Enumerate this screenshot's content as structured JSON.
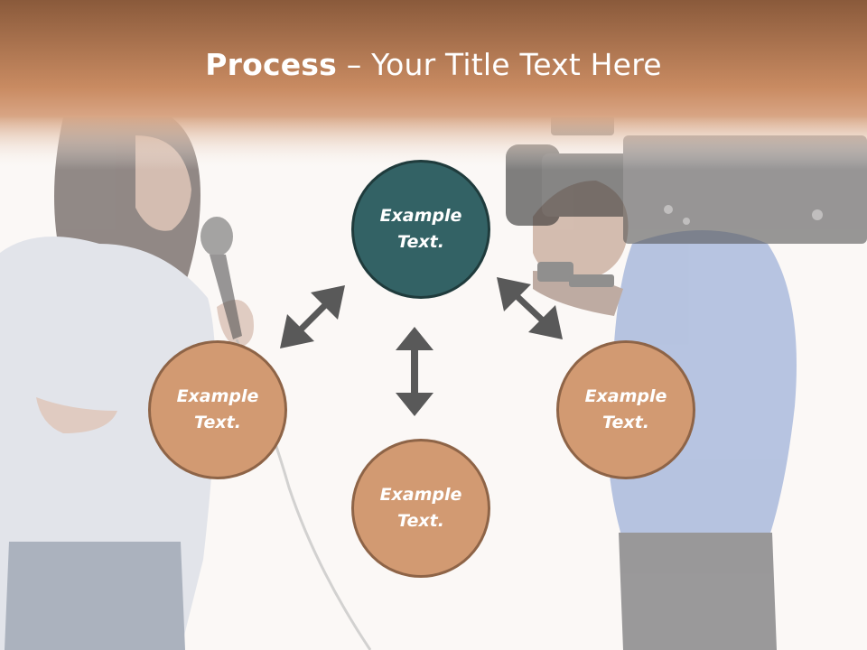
{
  "slide": {
    "title_bold": "Process",
    "title_sep": " – ",
    "title_rest": "Your Title Text Here",
    "colors": {
      "header_top": "#8a5a3b",
      "header_bottom": "#c98b62",
      "center_node": "#336265",
      "side_node": "#d29a72",
      "arrow": "#595959"
    },
    "nodes": [
      {
        "id": "top",
        "label": "Example Text."
      },
      {
        "id": "left",
        "label": "Example Text."
      },
      {
        "id": "right",
        "label": "Example Text."
      },
      {
        "id": "bottom",
        "label": "Example Text."
      }
    ],
    "background_image": "interviewer-with-microphone-and-camera-operator"
  }
}
